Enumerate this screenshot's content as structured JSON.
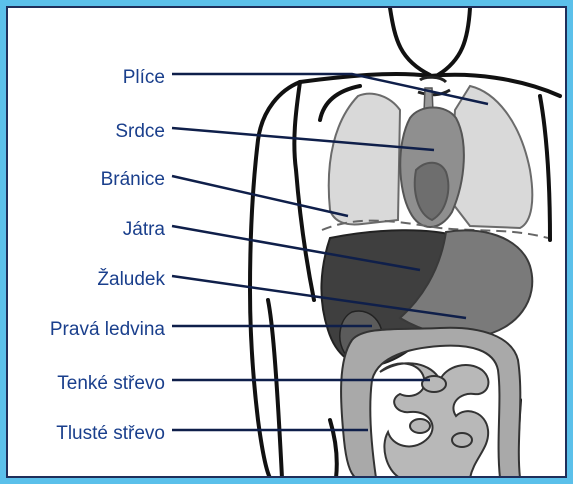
{
  "diagram": {
    "labels": [
      {
        "id": "lungs",
        "text": "Plíce"
      },
      {
        "id": "heart",
        "text": "Srdce"
      },
      {
        "id": "diaphragm",
        "text": "Bránice"
      },
      {
        "id": "liver",
        "text": "Játra"
      },
      {
        "id": "stomach",
        "text": "Žaludek"
      },
      {
        "id": "right-kidney",
        "text": "Pravá ledvina"
      },
      {
        "id": "small-intestine",
        "text": "Tenké střevo"
      },
      {
        "id": "large-intestine",
        "text": "Tlusté střevo"
      }
    ],
    "colors": {
      "frame": "#5bc0ea",
      "border": "#1f2e5a",
      "label_text": "#1a3f8c",
      "leader_line": "#0f1f4a",
      "lungs": "#d9d9d9",
      "heart": "#8f8f8f",
      "liver": "#3f3f3f",
      "stomach": "#7a7a7a",
      "intestine": "#a9a9a9"
    }
  }
}
